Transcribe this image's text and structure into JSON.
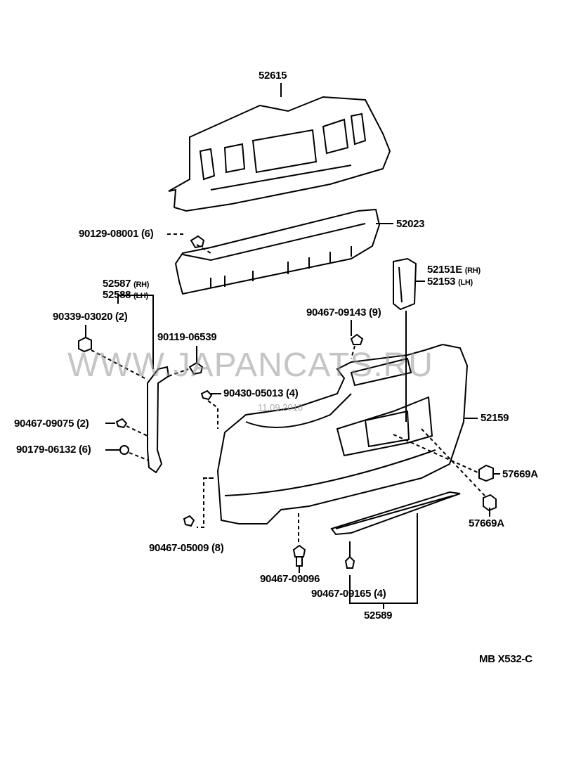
{
  "watermark": "WWW.JAPANCATS.RU",
  "watermark_date": "11.09.2016",
  "diagram_code": "MB  X532-C",
  "labels": {
    "p52615": "52615",
    "p52023": "52023",
    "p90129": "90129-08001 (6)",
    "p52587": "52587",
    "p52587_side": "(RH)",
    "p52588": "52588",
    "p52588_side": "(LH)",
    "p90339": "90339-03020 (2)",
    "p90119": "90119-06539",
    "p90430": "90430-05013 (4)",
    "p90467_09075": "90467-09075 (2)",
    "p90179": "90179-06132 (6)",
    "p52151E": "52151E",
    "p52151E_side": "(RH)",
    "p52153": "52153",
    "p52153_side": "(LH)",
    "p90467_09143": "90467-09143 (9)",
    "p52159": "52159",
    "p57669A_1": "57669A",
    "p57669A_2": "57669A",
    "p90467_05009": "90467-05009 (8)",
    "p90467_09096": "90467-09096",
    "p90467_09165": "90467-09165 (4)",
    "p52589": "52589"
  }
}
